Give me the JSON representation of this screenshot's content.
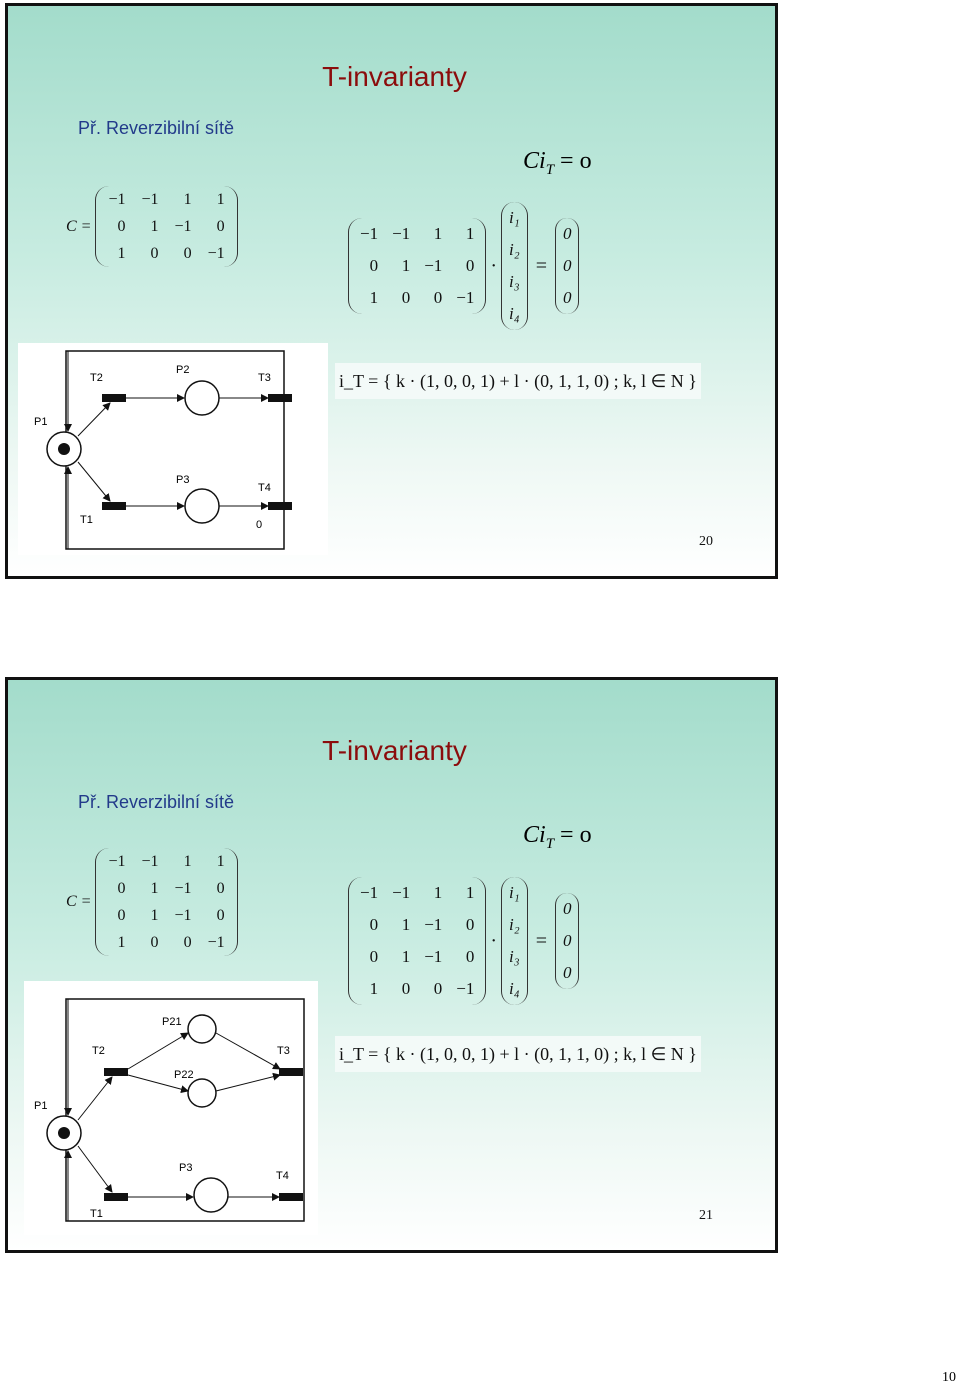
{
  "slides": [
    {
      "title": "T-invarianty",
      "subtitle": "Př. Reverzibilní sítě",
      "matrix_label": "C =",
      "matrix_C": [
        [
          "−1",
          "−1",
          "1",
          "1"
        ],
        [
          "0",
          "1",
          "−1",
          "0"
        ],
        [
          "1",
          "0",
          "0",
          "−1"
        ]
      ],
      "equation_top": "Ci",
      "equation_sub": "T",
      "equation_rhs": "= o",
      "eq_matrix": [
        [
          "−1",
          "−1",
          "1",
          "1"
        ],
        [
          "0",
          "1",
          "−1",
          "0"
        ],
        [
          "1",
          "0",
          "0",
          "−1"
        ]
      ],
      "vector_i": [
        "i₁",
        "i₂",
        "i₃",
        "i₄"
      ],
      "zero_vec": [
        "0",
        "0",
        "0"
      ],
      "result_formula": "i_T = { k · (1, 0, 0, 1) + l · (0, 1, 1, 0) ; k, l ∈ N }",
      "net_labels": {
        "t2": "T2",
        "p2": "P2",
        "t3": "T3",
        "p1": "P1",
        "p3": "P3",
        "t4": "T4",
        "t1": "T1",
        "zero": "0"
      },
      "page_number": "20"
    },
    {
      "title": "T-invarianty",
      "subtitle": "Př. Reverzibilní sítě",
      "matrix_label": "C =",
      "matrix_C": [
        [
          "−1",
          "−1",
          "1",
          "1"
        ],
        [
          "0",
          "1",
          "−1",
          "0"
        ],
        [
          "0",
          "1",
          "−1",
          "0"
        ],
        [
          "1",
          "0",
          "0",
          "−1"
        ]
      ],
      "equation_top": "Ci",
      "equation_sub": "T",
      "equation_rhs": "= o",
      "eq_matrix": [
        [
          "−1",
          "−1",
          "1",
          "1"
        ],
        [
          "0",
          "1",
          "−1",
          "0"
        ],
        [
          "0",
          "1",
          "−1",
          "0"
        ],
        [
          "1",
          "0",
          "0",
          "−1"
        ]
      ],
      "vector_i": [
        "i₁",
        "i₂",
        "i₃",
        "i₄"
      ],
      "zero_vec": [
        "0",
        "0",
        "0"
      ],
      "result_formula": "i_T = { k · (1, 0, 0, 1) + l · (0, 1, 1, 0) ; k, l ∈ N }",
      "net_labels": {
        "p21": "P21",
        "t2": "T2",
        "t3": "T3",
        "p22": "P22",
        "p1": "P1",
        "p3": "P3",
        "t4": "T4",
        "t1": "T1"
      },
      "page_number": "21"
    }
  ],
  "footer_page": "10"
}
